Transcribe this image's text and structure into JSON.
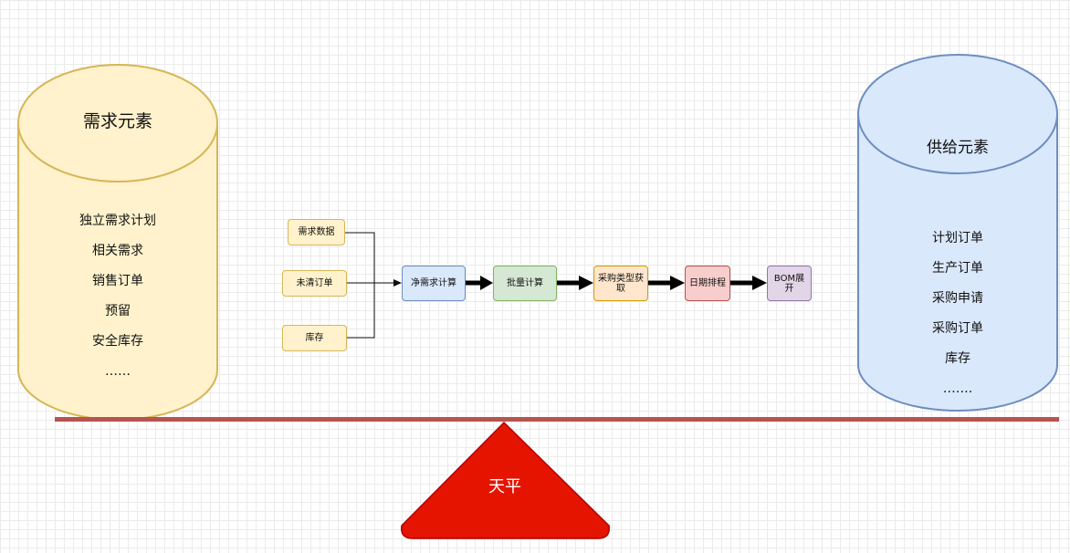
{
  "demand": {
    "title": "需求元素",
    "items": [
      "独立需求计划",
      "相关需求",
      "销售订单",
      "预留",
      "安全库存",
      "……"
    ],
    "fill": "#fff2cc",
    "stroke": "#d6b656"
  },
  "supply": {
    "title": "供给元素",
    "items": [
      "计划订单",
      "生产订单",
      "采购申请",
      "采购订单",
      "库存",
      "……."
    ],
    "fill": "#dae8fc",
    "stroke": "#6c8ebf"
  },
  "inputs": [
    "需求数据",
    "未清订单",
    "库存"
  ],
  "steps": [
    {
      "label": "净需求计算",
      "fill": "#dae8fc",
      "stroke": "#6c8ebf"
    },
    {
      "label": "批量计算",
      "fill": "#d5e8d4",
      "stroke": "#82b366"
    },
    {
      "label": "采购类型获取",
      "fill": "#ffe6cc",
      "stroke": "#d79b00"
    },
    {
      "label": "日期排程",
      "fill": "#f8cecc",
      "stroke": "#b85450"
    },
    {
      "label": "BOM展开",
      "fill": "#e1d5e7",
      "stroke": "#9673a6"
    }
  ],
  "balance": {
    "label": "天平",
    "beam_color": "#b85450",
    "fulcrum_fill": "#e51400",
    "fulcrum_stroke": "#b20000"
  }
}
